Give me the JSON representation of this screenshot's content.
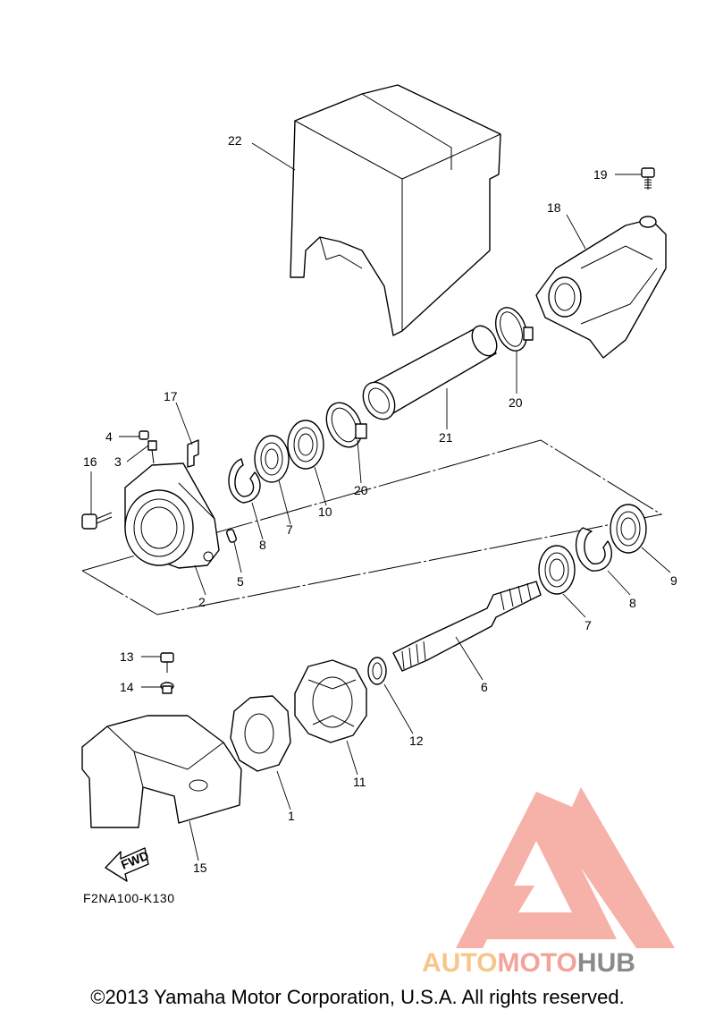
{
  "diagram": {
    "part_numbers": {
      "p1": "1",
      "p2": "2",
      "p3": "3",
      "p4": "4",
      "p5": "5",
      "p6": "6",
      "p7a": "7",
      "p7b": "7",
      "p8a": "8",
      "p8b": "8",
      "p9": "9",
      "p10": "10",
      "p11": "11",
      "p12": "12",
      "p13": "13",
      "p14": "14",
      "p15": "15",
      "p16": "16",
      "p17": "17",
      "p18": "18",
      "p19": "19",
      "p20a": "20",
      "p20b": "20",
      "p21": "21",
      "p22": "22"
    },
    "fwd_label": "FWD",
    "figure_code": "F2NA100-K130"
  },
  "watermark": {
    "part1": "AUTO",
    "part2": "MOTO",
    "part3": "HUB",
    "color1": "#f6c68a",
    "color2": "#f4a39a",
    "color3": "#8a8a8a",
    "logo_color": "#f4a39a"
  },
  "footer": {
    "copyright": "©2013 Yamaha Motor Corporation, U.S.A. All rights reserved."
  }
}
